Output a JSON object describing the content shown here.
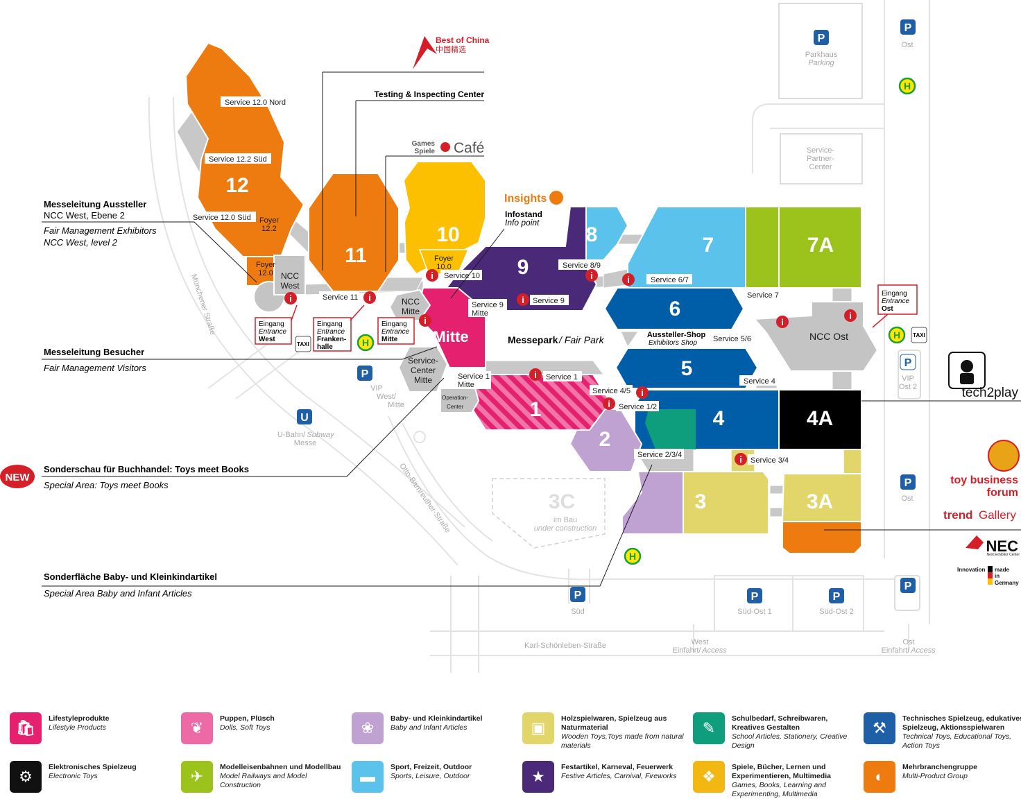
{
  "halls": {
    "h12": "12",
    "h11": "11",
    "h10": "10",
    "h9": "9",
    "h8": "8",
    "h7": "7",
    "h7a": "7A",
    "h6": "6",
    "h5": "5",
    "h4": "4",
    "h4a": "4A",
    "h3": "3",
    "h3a": "3A",
    "h3c": "3C",
    "h2": "2",
    "h1": "1",
    "mitte": "Mitte"
  },
  "labels": {
    "svc_12_0_nord": "Service 12.0 Nord",
    "svc_12_2_sued": "Service 12.2 Süd",
    "svc_12_0_sued": "Service 12.0 Süd",
    "foyer_12_2": [
      "Foyer",
      "12.2"
    ],
    "foyer_12_0": [
      "Foyer",
      "12.0"
    ],
    "foyer_10_0": [
      "Foyer",
      "10.0"
    ],
    "ncc_west": [
      "NCC",
      "West"
    ],
    "ncc_mitte": [
      "NCC",
      "Mitte"
    ],
    "ncc_ost": "NCC Ost",
    "svc_11": "Service 11",
    "svc_10": "Service 10",
    "svc_9": "Service 9",
    "svc_9_mitte": [
      "Service 9",
      "Mitte"
    ],
    "svc_8_9": "Service 8/9",
    "svc_6_7": "Service 6/7",
    "svc_7": "Service 7",
    "svc_5_6": "Service 5/6",
    "svc_4": "Service 4",
    "svc_4_5": "Service 4/5",
    "svc_1_2": "Service 1/2",
    "svc_1": "Service 1",
    "svc_1_mitte": [
      "Service 1",
      "Mitte"
    ],
    "svc_2_3_4": "Service 2/3/4",
    "svc_3_4": "Service 3/4",
    "operation_center": [
      "Operation-",
      "Center"
    ],
    "service_center_mitte": [
      "Service-",
      "Center",
      "Mitte"
    ],
    "messepark": "Messepark",
    "fair_park": "/ Fair Park",
    "aussteller_shop": "Aussteller-Shop",
    "exhibitors_shop": "Exhibitors Shop",
    "infostand": "Infostand",
    "info_point": "Info point",
    "insights": "Insights",
    "testing_center": "Testing & Inspecting Center",
    "best_of_china": "Best of China",
    "best_of_china_cn": "中国精选",
    "games_spiele": [
      "Games",
      "Spiele"
    ],
    "cafe": "Café",
    "im_bau": "im Bau",
    "under_construction": "under construction",
    "parkhaus": "Parkhaus",
    "parking": "Parking",
    "service_partner_center": [
      "Service-",
      "Partner-",
      "Center"
    ],
    "ost": "Ost",
    "vip_ost_2": [
      "VIP",
      "Ost 2"
    ],
    "vip_west_mitte": [
      "VIP",
      "West/",
      "Mitte"
    ],
    "u_bahn": "U-Bahn/",
    "subway": "Subway",
    "messe": "Messe",
    "sued": "Süd",
    "sued_ost_1": "Süd-Ost 1",
    "sued_ost_2": "Süd-Ost 2",
    "karl_str": "Karl-Schönleben-Straße",
    "muenchener_str": "Münchener Straße",
    "otto_str": "Otto-Bärnreuther-Straße",
    "west_einfahrt": [
      "West",
      "Einfahrt/",
      "Access"
    ],
    "ost_einfahrt": [
      "Ost",
      "Einfahrt/",
      "Access"
    ],
    "taxi": "TAXI",
    "h": "H",
    "p": "P",
    "u": "U",
    "i": "i"
  },
  "entrances": {
    "west": [
      "Eingang",
      "Entrance",
      "West"
    ],
    "frankenhalle": [
      "Eingang",
      "Entrance",
      "Franken-",
      "halle"
    ],
    "mitte": [
      "Eingang",
      "Entrance",
      "Mitte"
    ],
    "ost": [
      "Eingang",
      "Entrance",
      "Ost"
    ]
  },
  "callouts": {
    "ml_aussteller": "Messeleitung Aussteller",
    "ml_aussteller_2": "NCC West, Ebene 2",
    "ml_aussteller_en": "Fair Management Exhibitors",
    "ml_aussteller_en2": "NCC West, level 2",
    "ml_besucher": "Messeleitung Besucher",
    "ml_besucher_en": "Fair Management Visitors",
    "new_badge": "NEW",
    "sonderschau": "Sonderschau für Buchhandel: Toys meet Books",
    "sonderschau_en": "Special Area: Toys meet Books",
    "sonderflaeche": "Sonderfläche Baby- und Kleinkindartikel",
    "sonderflaeche_en": "Special Area Baby and Infant Articles"
  },
  "brands": {
    "tech2play": "tech2play",
    "toy_business_forum": [
      "toy business",
      "forum"
    ],
    "trend": "trend",
    "gallery": "Gallery",
    "nec": "NEC",
    "nec_sub": "Next Exhibitor Center",
    "innovation": "Innovation",
    "made_in_germany": [
      "made",
      "in",
      "Germany"
    ]
  },
  "legend": [
    {
      "de": "Lifestyleprodukte",
      "en": "Lifestyle Products",
      "color": "#E5206E",
      "icon": "bag-icon"
    },
    {
      "de": "Puppen, Plüsch",
      "en": "Dolls, Soft Toys",
      "color": "#EE6AA7",
      "icon": "teddy-icon"
    },
    {
      "de": "Baby- und Kleinkindartikel",
      "en": "Baby and Infant Articles",
      "color": "#BFA2D2",
      "icon": "rattle-icon"
    },
    {
      "de": "Holzspielwaren, Spielzeug aus Naturmaterial",
      "en": "Wooden Toys,Toys made from natural materials",
      "color": "#E2D66A",
      "icon": "blocks-icon"
    },
    {
      "de": "Schulbedarf, Schreibwaren, Kreatives Gestalten",
      "en": "School Articles, Stationery, Creative Design",
      "color": "#0E9E7E",
      "icon": "pencil-icon"
    },
    {
      "de": "Technisches Spielzeug, edukatives Spielzeug, Aktionsspielwaren",
      "en": "Technical Toys, Educational Toys, Action Toys",
      "color": "#1F5FA8",
      "icon": "excavator-icon"
    },
    {
      "de": "Elektronisches Spielzeug",
      "en": "Electronic Toys",
      "color": "#111111",
      "icon": "robot-icon"
    },
    {
      "de": "Modelleisenbahnen und Modellbau",
      "en": "Model Railways and Model Construction",
      "color": "#9CC21C",
      "icon": "train-icon"
    },
    {
      "de": "Sport, Freizeit, Outdoor",
      "en": "Sports, Leisure, Outdoor",
      "color": "#5BC2EC",
      "icon": "skateboard-icon"
    },
    {
      "de": "Festartikel, Karneval, Feuerwerk",
      "en": "Festive Articles, Carnival, Fireworks",
      "color": "#4A2A78",
      "icon": "mask-icon"
    },
    {
      "de": "Spiele, Bücher, Lernen und Experimentieren, Multimedia",
      "en": "Games, Books, Learning and Experimenting, Multimedia",
      "color": "#F2B811",
      "icon": "puzzle-icon"
    },
    {
      "de": "Mehrbranchengruppe",
      "en": "Multi-Product Group",
      "color": "#EE7B0F",
      "icon": "multi-icon"
    }
  ]
}
